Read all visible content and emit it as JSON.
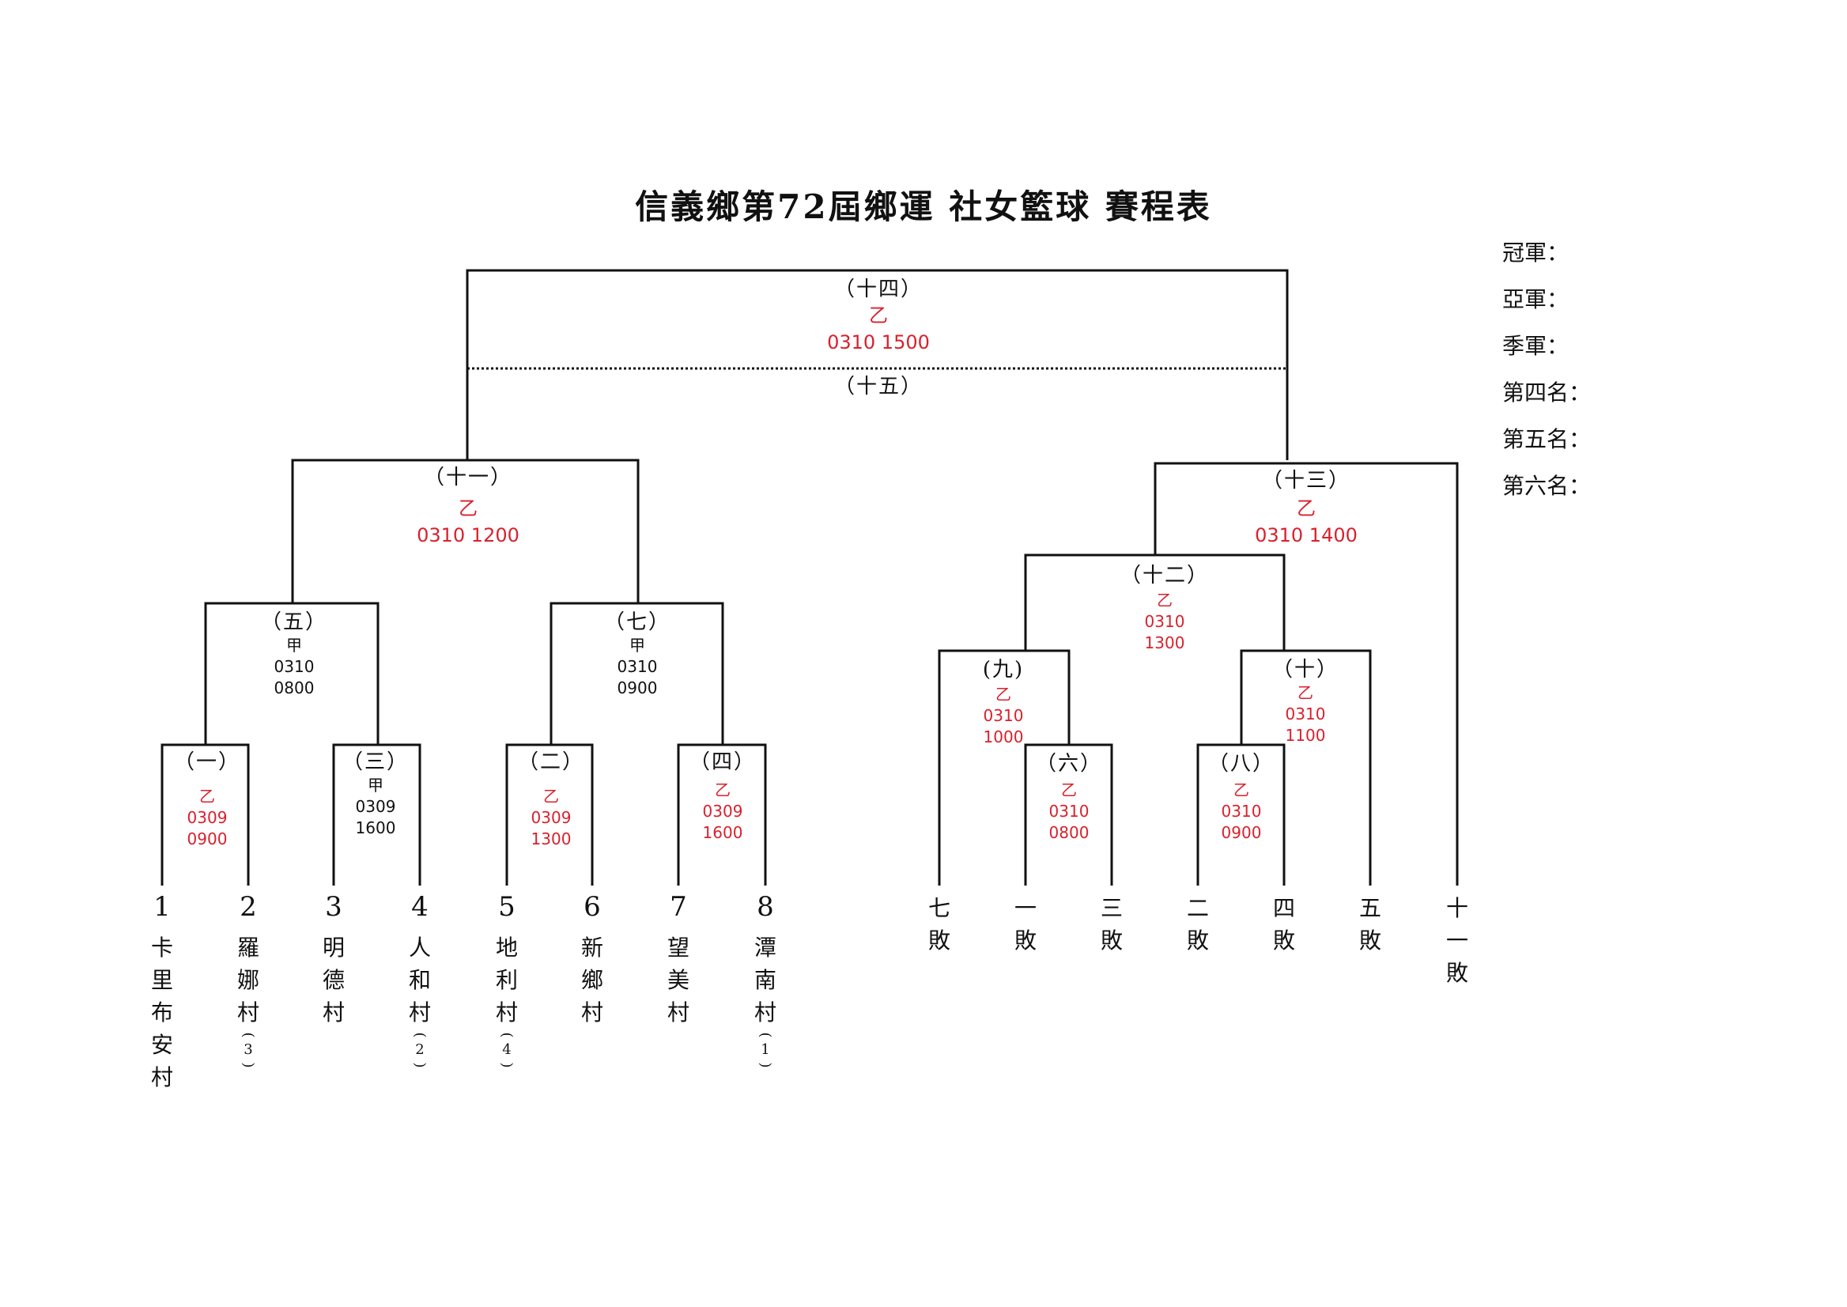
{
  "title": "信義鄉第72屆鄉運 社女籃球 賽程表",
  "rankings": {
    "champion": "冠軍：",
    "second": "亞軍：",
    "third": "季軍：",
    "fourth": "第四名：",
    "fifth": "第五名：",
    "sixth": "第六名："
  },
  "games": {
    "g1": {
      "num": "（一）",
      "class": "乙",
      "date": "0309",
      "time": "0900"
    },
    "g2": {
      "num": "（二）",
      "class": "乙",
      "date": "0309",
      "time": "1300"
    },
    "g3": {
      "num": "（三）",
      "class": "甲",
      "date": "0309",
      "time": "1600"
    },
    "g4": {
      "num": "（四）",
      "class": "乙",
      "date": "0309",
      "time": "1600"
    },
    "g5": {
      "num": "（五）",
      "class": "甲",
      "date": "0310",
      "time": "0800"
    },
    "g6": {
      "num": "（六）",
      "class": "乙",
      "date": "0310",
      "time": "0800"
    },
    "g7": {
      "num": "（七）",
      "class": "甲",
      "date": "0310",
      "time": "0900"
    },
    "g8": {
      "num": "（八）",
      "class": "乙",
      "date": "0310",
      "time": "0900"
    },
    "g9": {
      "num": "(九)",
      "class": "乙",
      "date": "0310",
      "time": "1000"
    },
    "g10": {
      "num": "（十）",
      "class": "乙",
      "date": "0310",
      "time": "1100"
    },
    "g11": {
      "num": "（十一）",
      "class": "乙",
      "datetime": "0310  1200"
    },
    "g12": {
      "num": "（十二）",
      "class": "乙",
      "date": "0310",
      "time": "1300"
    },
    "g13": {
      "num": "（十三）",
      "class": "乙",
      "datetime": "0310  1400"
    },
    "g14": {
      "num": "（十四）",
      "class": "乙",
      "datetime": "0310  1500"
    },
    "g15": {
      "num": "（十五）"
    }
  },
  "teams": [
    {
      "num": "1",
      "name": [
        "卡",
        "里",
        "布",
        "安",
        "村"
      ],
      "seed": ""
    },
    {
      "num": "2",
      "name": [
        "羅",
        "娜",
        "村"
      ],
      "seed": "3"
    },
    {
      "num": "3",
      "name": [
        "明",
        "德",
        "村"
      ],
      "seed": ""
    },
    {
      "num": "4",
      "name": [
        "人",
        "和",
        "村"
      ],
      "seed": "2"
    },
    {
      "num": "5",
      "name": [
        "地",
        "利",
        "村"
      ],
      "seed": "4"
    },
    {
      "num": "6",
      "name": [
        "新",
        "鄉",
        "村"
      ],
      "seed": ""
    },
    {
      "num": "7",
      "name": [
        "望",
        "美",
        "村"
      ],
      "seed": ""
    },
    {
      "num": "8",
      "name": [
        "潭",
        "南",
        "村"
      ],
      "seed": "1"
    }
  ],
  "losers": [
    [
      "七",
      "敗"
    ],
    [
      "一",
      "敗"
    ],
    [
      "三",
      "敗"
    ],
    [
      "二",
      "敗"
    ],
    [
      "四",
      "敗"
    ],
    [
      "五",
      "敗"
    ],
    [
      "十",
      "一",
      "敗"
    ]
  ],
  "colors": {
    "scheduled_b": "#d9212d",
    "scheduled_a": "#111111"
  }
}
